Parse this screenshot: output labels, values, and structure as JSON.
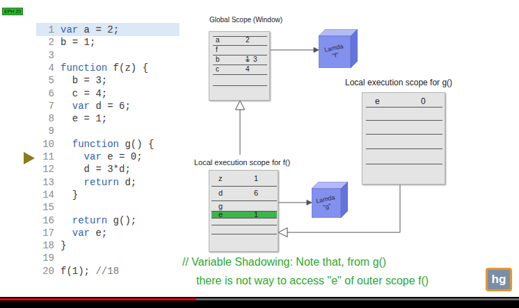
{
  "diagram": {
    "nodes": [
      {
        "text": [
          "Global Scope (Window)",
          "a",
          "2",
          "f",
          "b",
          "1",
          "3",
          "c",
          "4"
        ]
      },
      {
        "text": [
          "Lamda \"f\""
        ]
      },
      {
        "text": [
          "Local execution scope for g()",
          "e",
          "0"
        ]
      },
      {
        "text": [
          "Local execution scope for f()",
          "z",
          "1",
          "d",
          "6",
          "g",
          "e",
          "1"
        ]
      },
      {
        "text": [
          "Lamda \"g\""
        ]
      }
    ],
    "edges": [
      {
        "from": 0,
        "to": 1,
        "arrow": "to"
      },
      {
        "from": 3,
        "to": 0,
        "arrow": "to"
      },
      {
        "from": 2,
        "to": 3,
        "arrow": "to"
      },
      {
        "from": 3,
        "to": 4,
        "arrow": "to"
      }
    ],
    "labels": [
      "EPH 20",
      "1",
      "var a = 2;",
      "2",
      "b = 1;",
      "3",
      "4",
      "function f(z) {",
      "5",
      "b = 3;",
      "6",
      "c = 4;",
      "7",
      "var d = 6;",
      "8",
      "e = 1;",
      "9",
      "10",
      "function g() {",
      "11",
      "var e = 0;",
      "12",
      "d = 3*d;",
      "13",
      "return d;",
      "14",
      "}",
      "15",
      "16",
      "return g();",
      "17",
      "var e;",
      "18",
      "}",
      "19",
      "20",
      "f(1); //18",
      "// Variable Shadowing: Note that, from g()",
      "there is not way to access \"e\" of outer scope f()",
      "hg"
    ]
  }
}
